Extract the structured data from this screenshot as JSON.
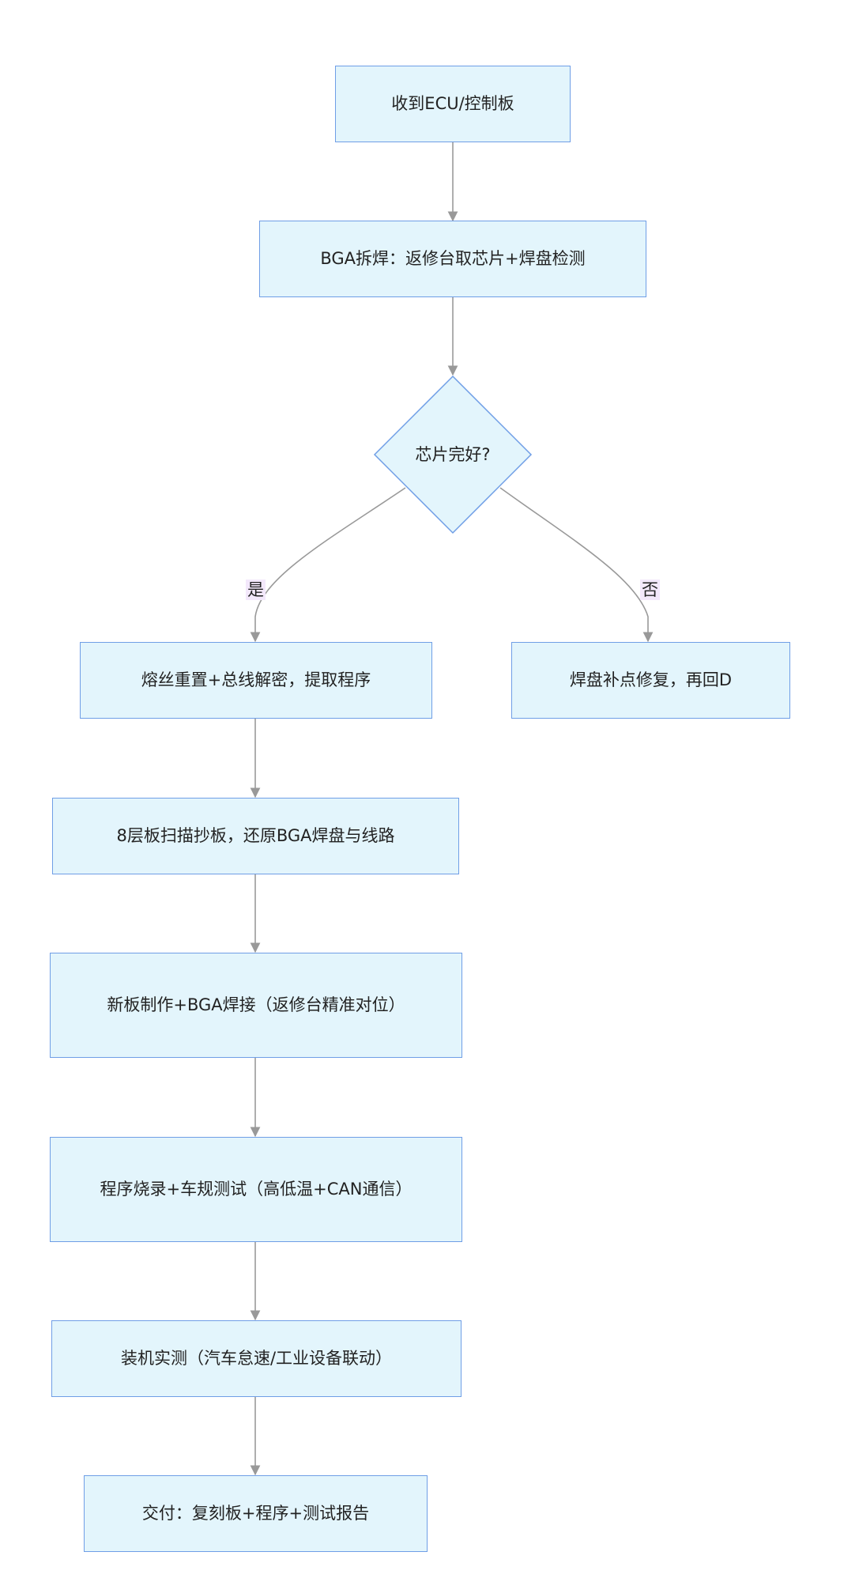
{
  "nodes": {
    "receive": "收到ECU/控制板",
    "bga_remove": "BGA拆焊：返修台取芯片+焊盘检测",
    "decision": "芯片完好?",
    "fuse_reset": "熔丝重置+总线解密，提取程序",
    "pad_repair": "焊盘补点修复，再回D",
    "scan": "8层板扫描抄板，还原BGA焊盘与线路",
    "new_board": "新板制作+BGA焊接（返修台精准对位）",
    "burn_test": "程序烧录+车规测试（高低温+CAN通信）",
    "install": "装机实测（汽车怠速/工业设备联动）",
    "deliver": "交付：复刻板+程序+测试报告"
  },
  "edge_labels": {
    "yes": "是",
    "no": "否"
  },
  "colors": {
    "node_fill": "#e3f5fc",
    "node_border": "#6f9ee6",
    "edge": "#999999",
    "label_bg": "#f3e8fb"
  }
}
